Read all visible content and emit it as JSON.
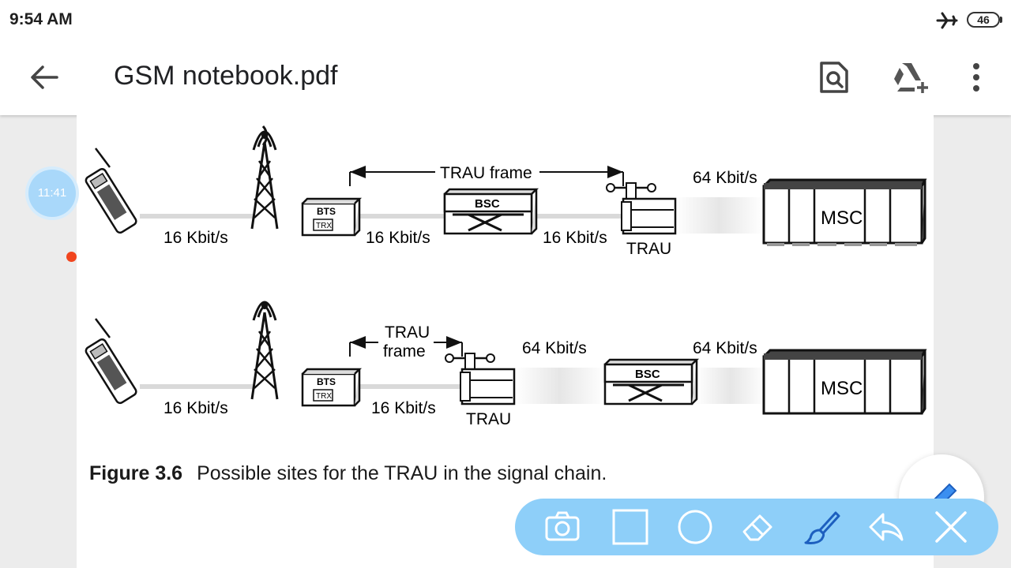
{
  "status_bar": {
    "time": "9:54 AM",
    "battery": "46",
    "airplane_icon": "airplane-icon"
  },
  "app_bar": {
    "title": "GSM notebook.pdf",
    "icons": [
      "back-arrow-icon",
      "search-document-icon",
      "add-to-drive-icon",
      "more-vert-icon"
    ]
  },
  "figure": {
    "top": {
      "rates": {
        "phone_bts": "16 Kbit/s",
        "bts_bsc": "16 Kbit/s",
        "bsc_trau": "16 Kbit/s",
        "trau_msc": "64 Kbit/s"
      },
      "trau_frame": "TRAU frame",
      "labels": {
        "bts": "BTS",
        "trx": "TRX",
        "bsc": "BSC",
        "trau": "TRAU",
        "msc": "MSC"
      }
    },
    "bottom": {
      "rates": {
        "phone_bts": "16 Kbit/s",
        "bts_trau": "16 Kbit/s",
        "trau_bsc": "64 Kbit/s",
        "bsc_msc": "64 Kbit/s"
      },
      "trau_frame_line1": "TRAU",
      "trau_frame_line2": "frame",
      "labels": {
        "bts": "BTS",
        "trx": "TRX",
        "bsc": "BSC",
        "trau": "TRAU",
        "msc": "MSC"
      }
    },
    "caption_number": "Figure 3.6",
    "caption_text": "Possible sites for the TRAU in the signal chain."
  },
  "overlay": {
    "timer": "11:41",
    "record_color": "#f1451e",
    "toolbar_color": "#8ecff9",
    "tools": [
      "camera-icon",
      "rectangle-icon",
      "circle-icon",
      "eraser-icon",
      "brush-icon",
      "undo-icon",
      "close-icon"
    ],
    "fab_icon": "pencil-icon"
  }
}
